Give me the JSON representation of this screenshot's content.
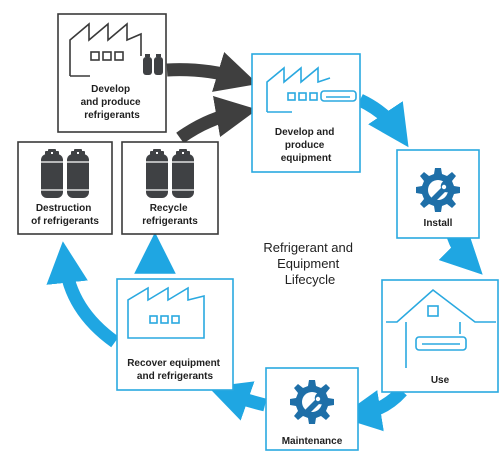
{
  "colors": {
    "blue_stroke": "#2aa9e0",
    "blue_arrow": "#1fa6e2",
    "dark_stroke": "#3a3a3a",
    "dark_arrow": "#3f3f3f",
    "cylinder": "#3f4144",
    "icon_blue": "#1e6fa8"
  },
  "diagram": {
    "center_title": [
      "Refrigerant and",
      "Equipment",
      "Lifecycle"
    ],
    "nodes": {
      "develop_refrigerants": {
        "label": [
          "Develop",
          "and produce",
          "refrigerants"
        ],
        "icon": "factory-with-cylinders-icon"
      },
      "develop_equipment": {
        "label": [
          "Develop and",
          "produce",
          "equipment"
        ],
        "icon": "factory-with-ac-unit-icon"
      },
      "install": {
        "label": [
          "Install"
        ],
        "icon": "wrench-gear-icon"
      },
      "use": {
        "label": [
          "Use"
        ],
        "icon": "house-with-ac-icon"
      },
      "maintenance": {
        "label": [
          "Maintenance"
        ],
        "icon": "wrench-gear-icon"
      },
      "recover": {
        "label": [
          "Recover equipment",
          "and refrigerants"
        ],
        "icon": "factory-icon"
      },
      "recycle": {
        "label": [
          "Recycle",
          "refrigerants"
        ],
        "icon": "refrigerant-cylinders-icon"
      },
      "destruction": {
        "label": [
          "Destruction",
          "of refrigerants"
        ],
        "icon": "refrigerant-cylinders-icon"
      }
    }
  }
}
